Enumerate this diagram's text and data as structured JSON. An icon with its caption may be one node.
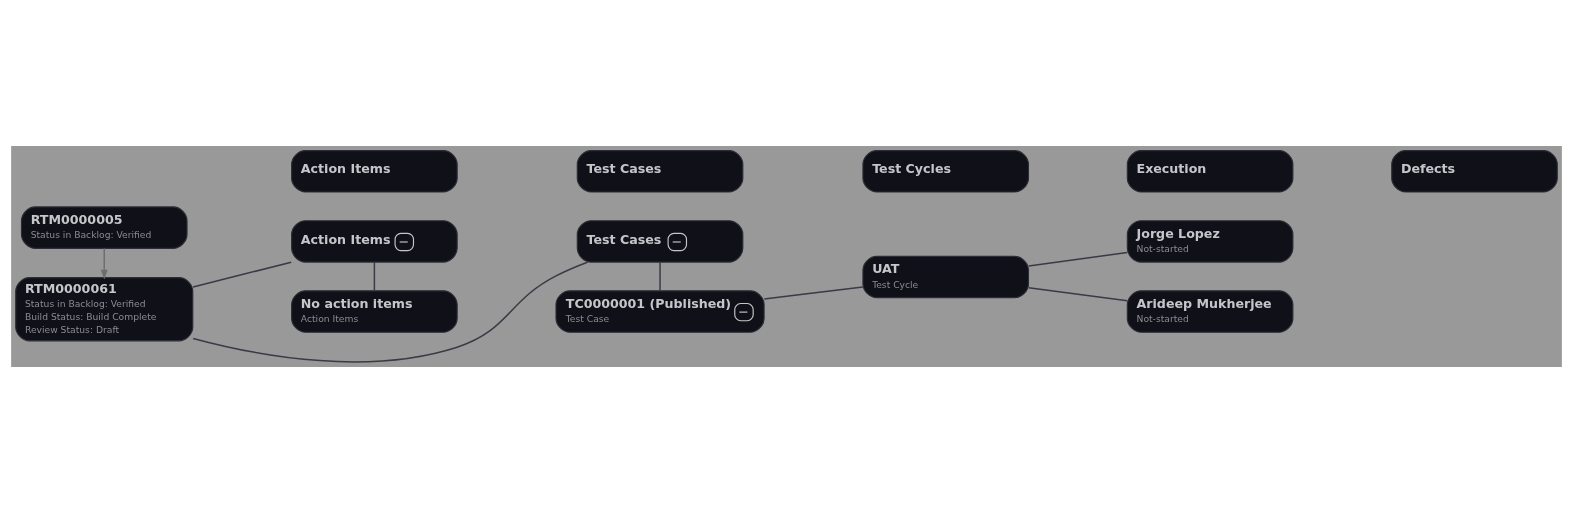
{
  "diagram": {
    "nodes": [
      {
        "text": [
          "Action Items"
        ]
      },
      {
        "text": [
          "Test Cases"
        ]
      },
      {
        "text": [
          "Test Cycles"
        ]
      },
      {
        "text": [
          "Execution"
        ]
      },
      {
        "text": [
          "Defects"
        ]
      },
      {
        "text": [
          "Action Items"
        ]
      },
      {
        "text": [
          "Test Cases"
        ]
      },
      {
        "text": [
          "RTM0000005",
          "Status in Backlog: Verified"
        ]
      },
      {
        "text": [
          "No action items",
          "Action Items"
        ]
      },
      {
        "text": [
          "TC0000001 (Published)",
          "Test Case"
        ]
      },
      {
        "text": [
          "UAT",
          "Test Cycle"
        ]
      },
      {
        "text": [
          "Jorge Lopez",
          "Not-started"
        ]
      },
      {
        "text": [
          "RTM0000061",
          "Status in Backlog: Verified",
          "Build Status: Build Complete",
          "Review Status: Draft"
        ]
      },
      {
        "text": [
          "Arideep Mukherjee",
          "Not-started"
        ]
      }
    ],
    "edges": [
      {
        "from": 7,
        "to": 12,
        "arrow": "to",
        "color": "#6e6e72"
      },
      {
        "from": 12,
        "to": 5,
        "arrow": "none"
      },
      {
        "from": 12,
        "to": 6,
        "arrow": "none"
      },
      {
        "from": 5,
        "to": 8,
        "arrow": "none"
      },
      {
        "from": 6,
        "to": 9,
        "arrow": "none"
      },
      {
        "from": 9,
        "to": 10,
        "arrow": "none"
      },
      {
        "from": 10,
        "to": 11,
        "arrow": "none"
      },
      {
        "from": 10,
        "to": 13,
        "arrow": "none"
      }
    ]
  }
}
